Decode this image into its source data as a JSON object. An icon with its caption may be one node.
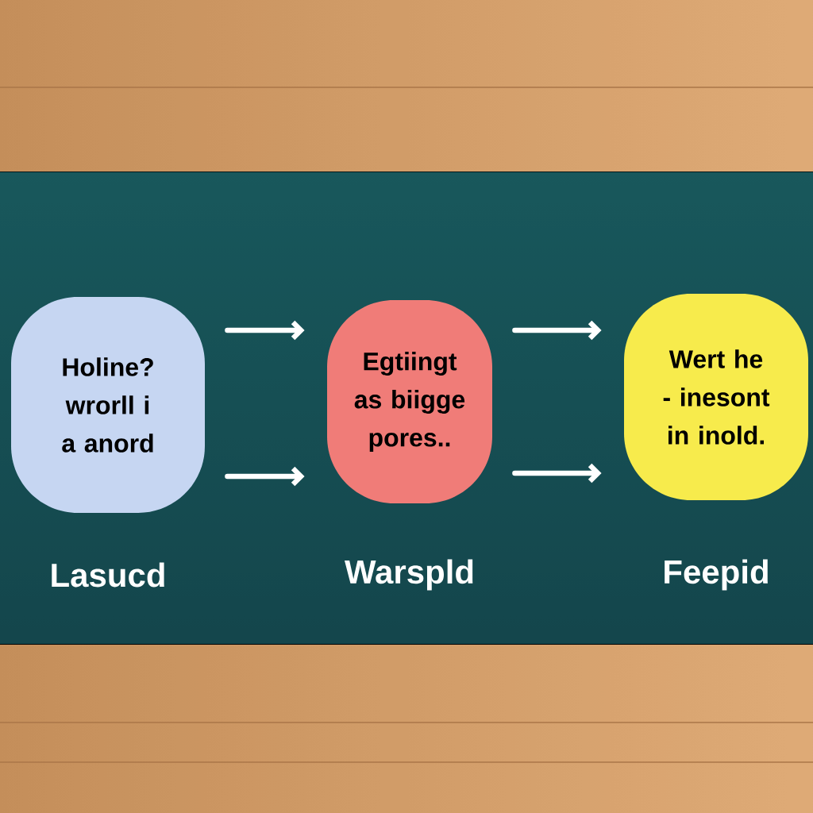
{
  "diagram": {
    "nodes": [
      {
        "text": [
          "Holine? wrorll i a anord"
        ],
        "beside": [
          "Lasucd"
        ]
      },
      {
        "text": [
          "Egtiingt as biigge pores.."
        ],
        "beside": [
          "Warspld"
        ]
      },
      {
        "text": [
          "Wert he - inesont in inold."
        ],
        "beside": [
          "Feepid"
        ]
      }
    ],
    "edges": [
      {
        "from": 0,
        "to": 1,
        "arrow": "to"
      },
      {
        "from": 0,
        "to": 1,
        "arrow": "to"
      },
      {
        "from": 1,
        "to": 2,
        "arrow": "to"
      },
      {
        "from": 1,
        "to": 2,
        "arrow": "to"
      }
    ]
  }
}
